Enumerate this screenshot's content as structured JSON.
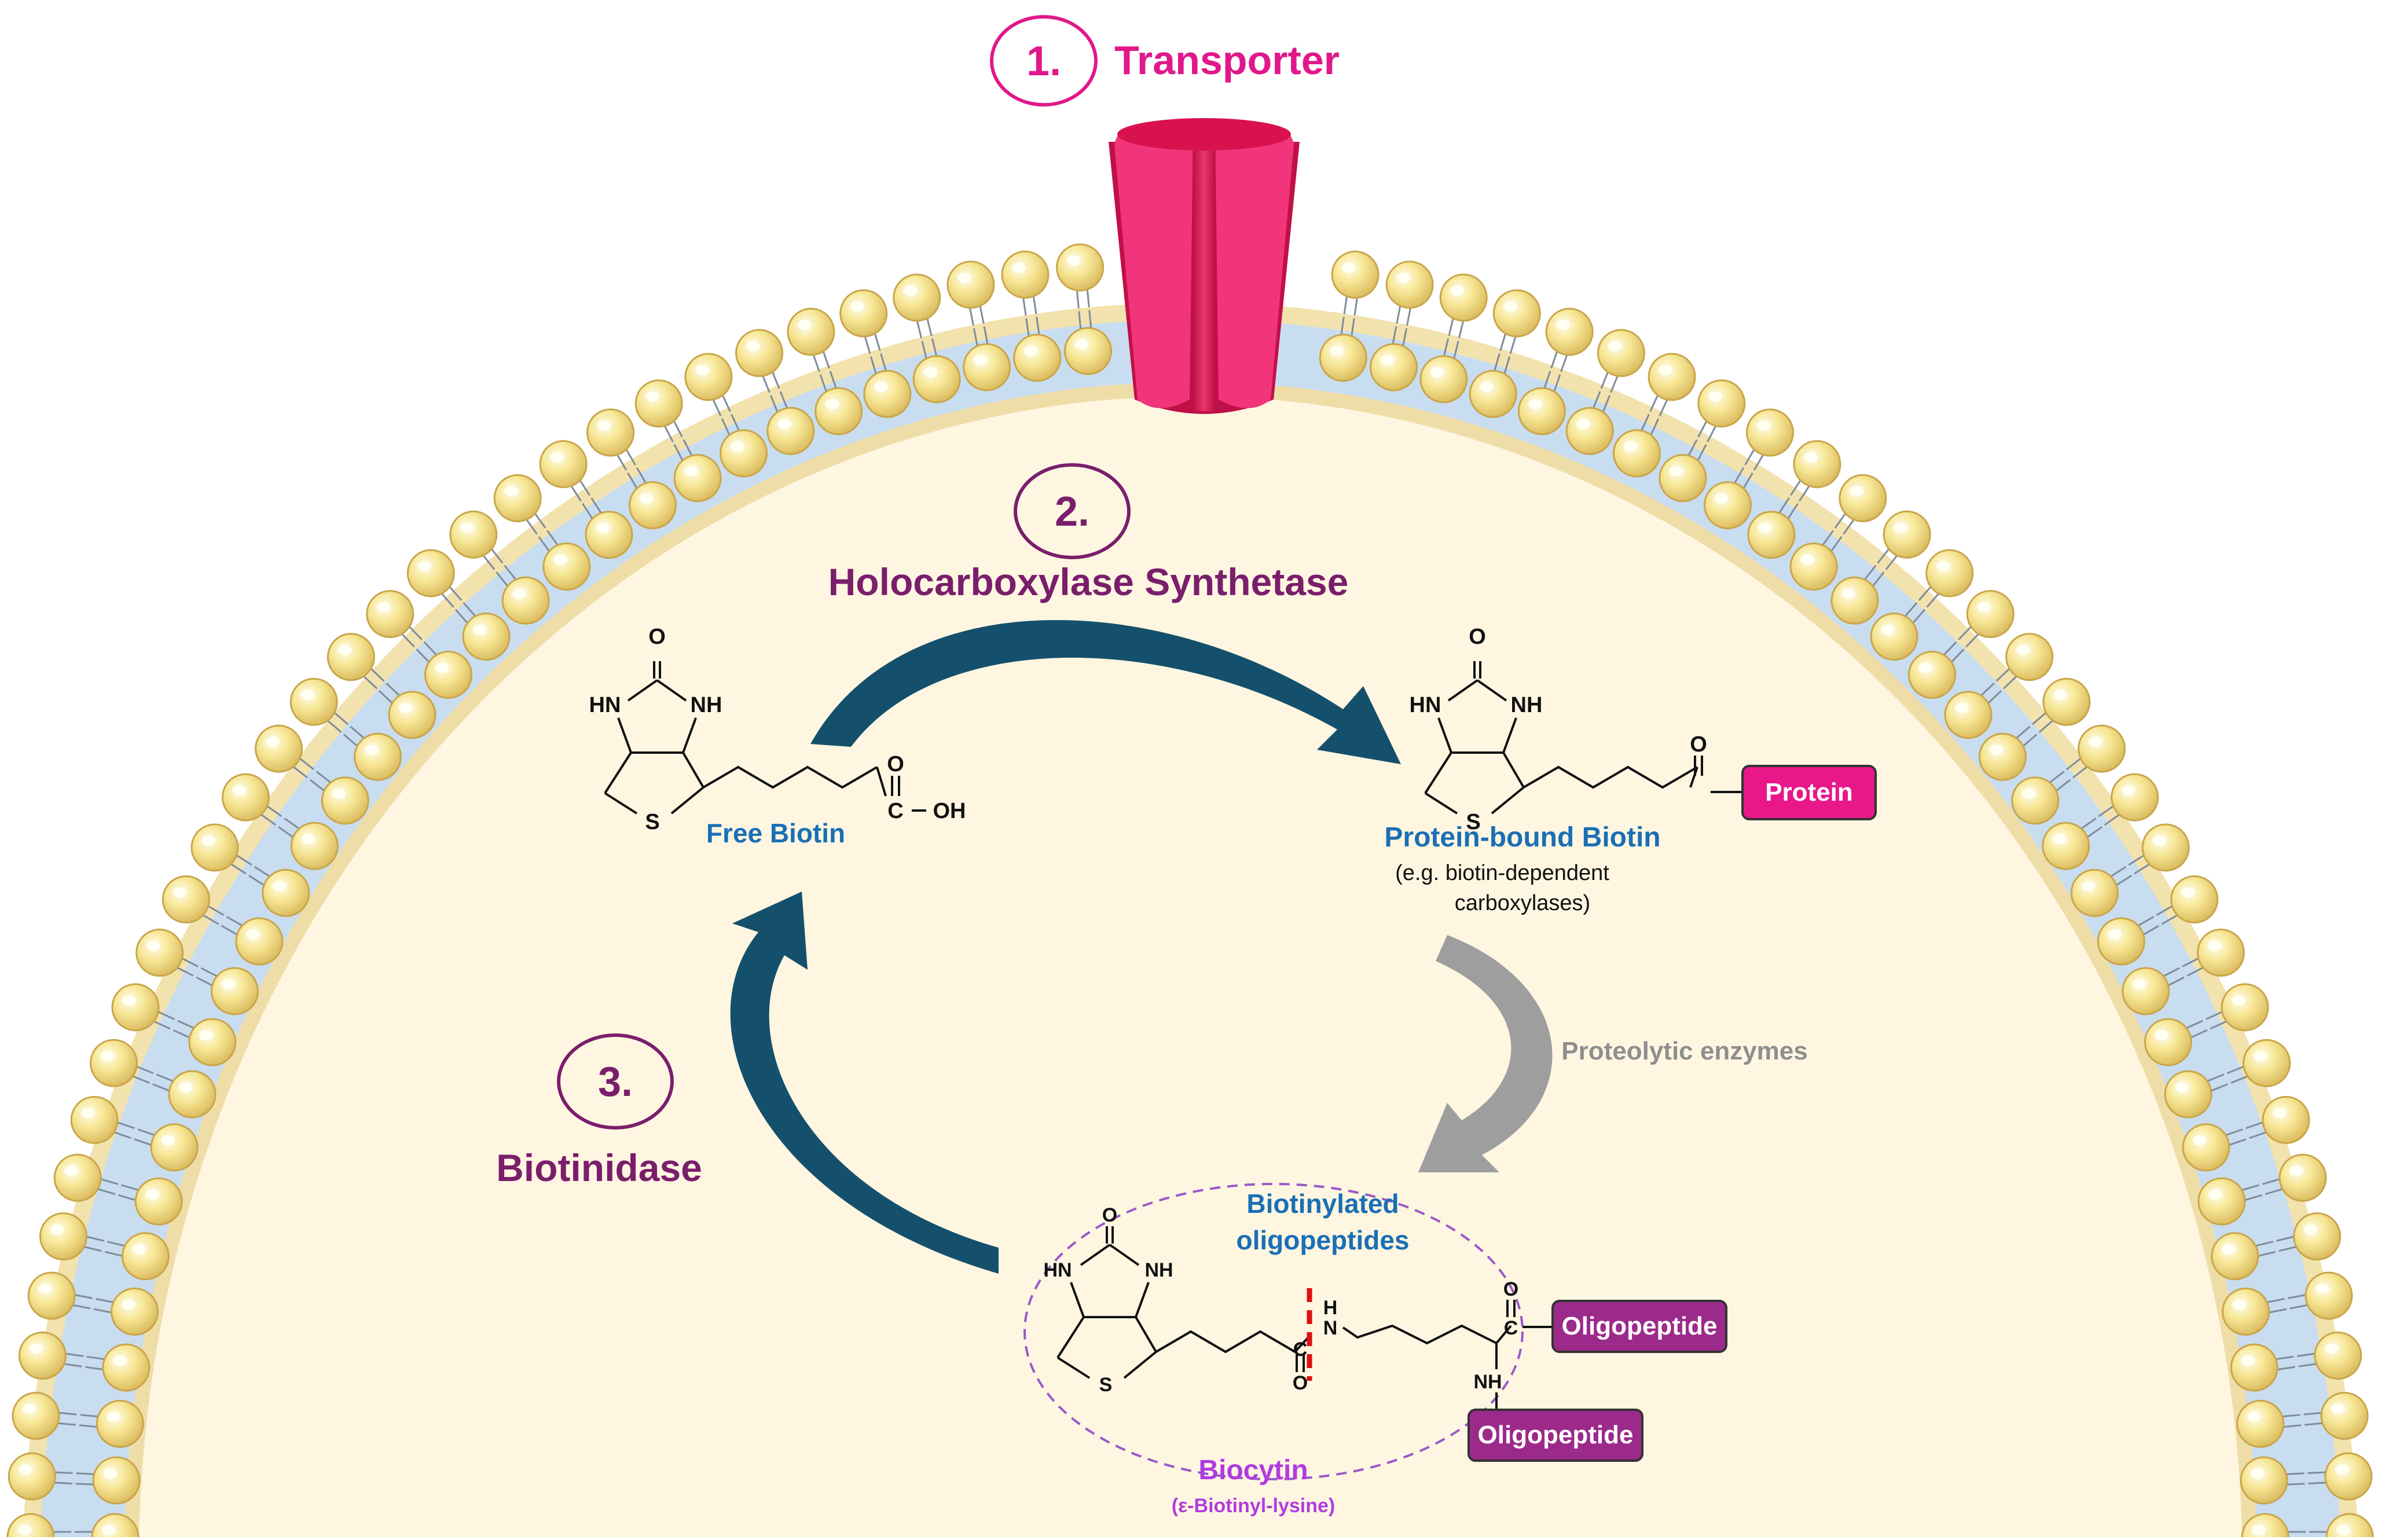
{
  "steps": {
    "step1": {
      "number": "1.",
      "label": "Transporter"
    },
    "step2": {
      "number": "2.",
      "label": "Holocarboxylase Synthetase"
    },
    "step3": {
      "number": "3.",
      "label": "Biotinidase"
    }
  },
  "molecules": {
    "free_biotin": "Free Biotin",
    "protein_bound": "Protein-bound Biotin",
    "protein_bound_note_1": "(e.g. biotin-dependent",
    "protein_bound_note_2": "carboxylases)",
    "protein_tag": "Protein",
    "biotinylated_1": "Biotinylated",
    "biotinylated_2": "oligopeptides",
    "biocytin": "Biocytin",
    "biocytin_note": "(ε-Biotinyl-lysine)",
    "oligopeptide_1": "Oligopeptide",
    "oligopeptide_2": "Oligopeptide"
  },
  "enzymes": {
    "proteolytic": "Proteolytic enzymes"
  },
  "atoms": {
    "o": "O",
    "hn": "HN",
    "nh": "NH",
    "s": "S",
    "c": "C",
    "oh": "OH",
    "h": "H",
    "n": "N"
  },
  "colors": {
    "membrane_head": "#F5E48A",
    "membrane_tail": "#C9DDF0",
    "cytoplasm": "#FFF6E1",
    "transporter": "#E8195F",
    "step_label": "#7A1E6C",
    "transporter_label": "#E0188A",
    "biotin_blue": "#1A6FB5",
    "biocytin_purple": "#B13BE0",
    "arrow_dark": "#14506B",
    "arrow_gray": "#9A9A9A",
    "protein_tag": "#E8178A",
    "oligo_tag": "#9B2A8A"
  }
}
